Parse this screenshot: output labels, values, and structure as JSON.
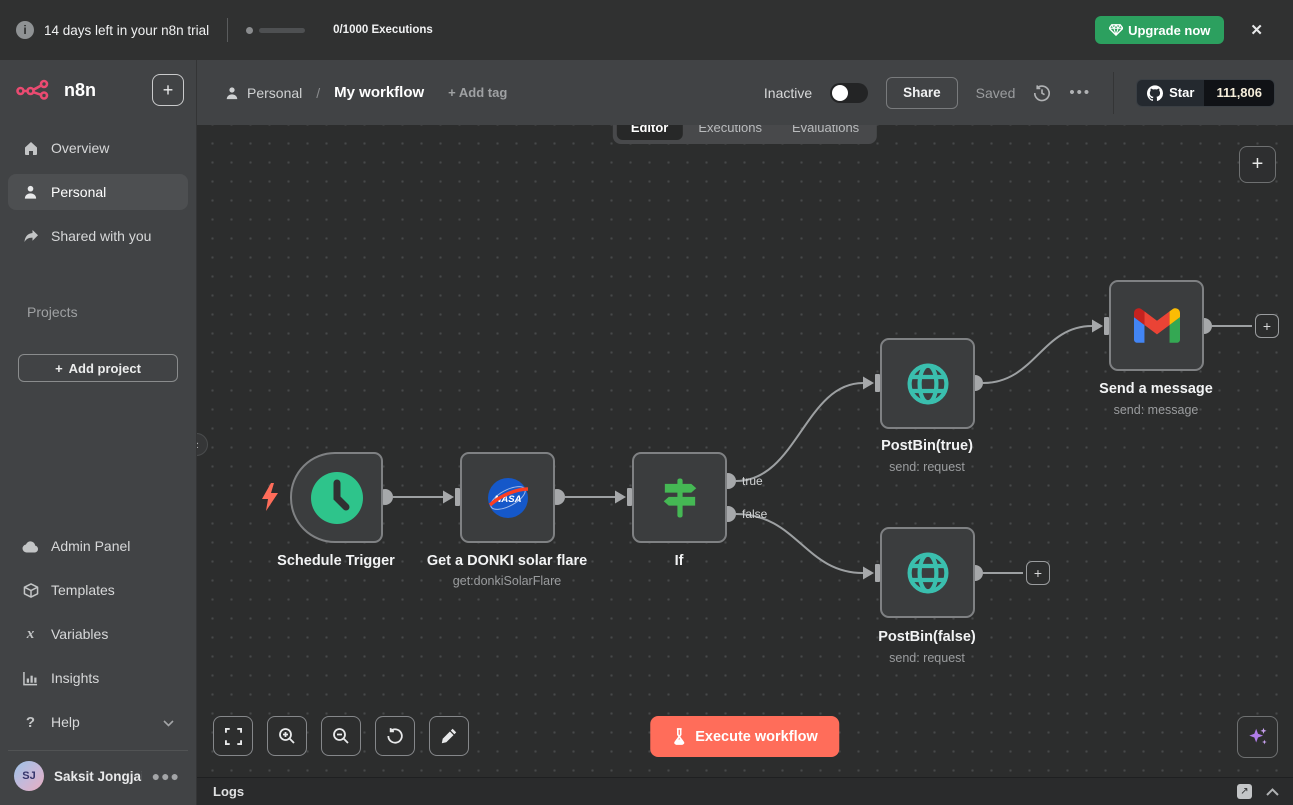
{
  "banner": {
    "trial_text": "14 days left in your n8n trial",
    "executions_text": "0/1000 Executions",
    "upgrade_label": "Upgrade now",
    "close_label": "✕"
  },
  "sidebar": {
    "logo_text": "n8n",
    "items": [
      {
        "label": "Overview",
        "icon": "home-icon"
      },
      {
        "label": "Personal",
        "icon": "person-icon",
        "selected": true
      },
      {
        "label": "Shared with you",
        "icon": "share-arrow-icon"
      }
    ],
    "projects_label": "Projects",
    "add_project_label": "Add project",
    "footer_items": [
      {
        "label": "Admin Panel",
        "icon": "cloud-icon"
      },
      {
        "label": "Templates",
        "icon": "package-icon"
      },
      {
        "label": "Variables",
        "icon": "variable-x-icon"
      },
      {
        "label": "Insights",
        "icon": "bar-chart-icon"
      },
      {
        "label": "Help",
        "icon": "question-icon"
      }
    ],
    "user": {
      "initials": "SJ",
      "name": "Saksit Jongjai..."
    }
  },
  "header": {
    "breadcrumb_project": "Personal",
    "workflow_title": "My workflow",
    "add_tag_label": "+ Add tag",
    "status_label": "Inactive",
    "share_label": "Share",
    "saved_label": "Saved",
    "github": {
      "star_label": "Star",
      "star_count": "111,806"
    }
  },
  "tabs": [
    {
      "label": "Editor",
      "active": true
    },
    {
      "label": "Executions",
      "active": false
    },
    {
      "label": "Evaluations",
      "active": false
    }
  ],
  "canvas": {
    "nodes": [
      {
        "name": "Schedule Trigger",
        "subtitle": "",
        "icon": "clock-icon"
      },
      {
        "name": "Get a DONKI solar flare",
        "subtitle": "get:donkiSolarFlare",
        "icon": "nasa-icon"
      },
      {
        "name": "If",
        "subtitle": "",
        "icon": "signpost-icon"
      },
      {
        "name": "PostBin(true)",
        "subtitle": "send: request",
        "icon": "globe-icon"
      },
      {
        "name": "PostBin(false)",
        "subtitle": "send: request",
        "icon": "globe-icon"
      },
      {
        "name": "Send a message",
        "subtitle": "send: message",
        "icon": "gmail-icon"
      }
    ],
    "edge_labels": {
      "true_label": "true",
      "false_label": "false"
    },
    "execute_button_label": "Execute workflow",
    "toolbar_icons": [
      "fit-view-icon",
      "zoom-in-icon",
      "zoom-out-icon",
      "reset-zoom-icon",
      "tidy-up-icon"
    ]
  },
  "logs": {
    "title": "Logs"
  },
  "colors": {
    "accent": "#ff6d5a",
    "upgrade_green": "#2ca05f",
    "node_clock_green": "#2ec48b",
    "if_green": "#45b854",
    "globe_teal": "#3abfae",
    "brand_pink": "#ea4b71",
    "nasa_blue": "#1558c9",
    "nasa_red": "#fc3d21"
  }
}
